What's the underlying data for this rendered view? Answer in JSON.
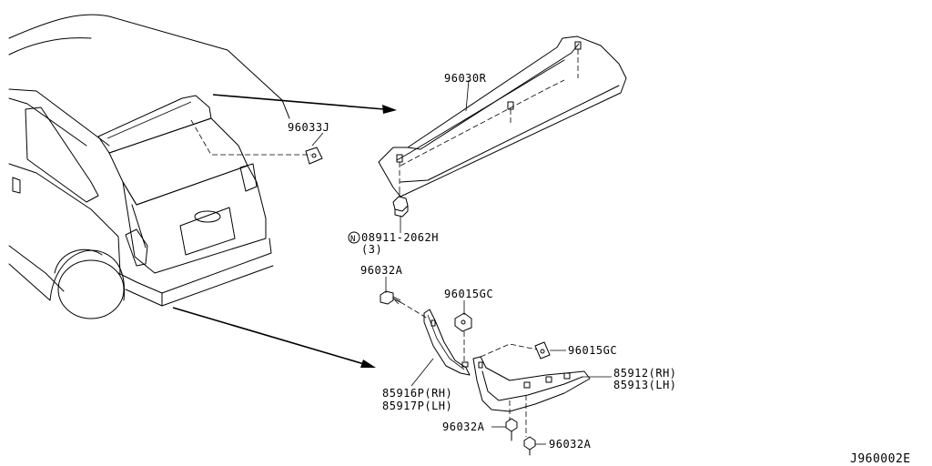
{
  "parts": {
    "spoiler": "96030R",
    "bracket_j": "96033J",
    "nut_number": "08911-2062H",
    "nut_qty": "(3)",
    "nut_symbol": "N",
    "screw_top": "96032A",
    "grommet_center": "96015GC",
    "grommet_right": "96015GC",
    "side_rh": "85916P(RH)",
    "side_lh": "85917P(LH)",
    "lower_rh": "85912(RH)",
    "lower_lh": "85913(LH)",
    "screw_bottom_a": "96032A",
    "screw_bottom_b": "96032A"
  },
  "diagram_code": "J960002E"
}
